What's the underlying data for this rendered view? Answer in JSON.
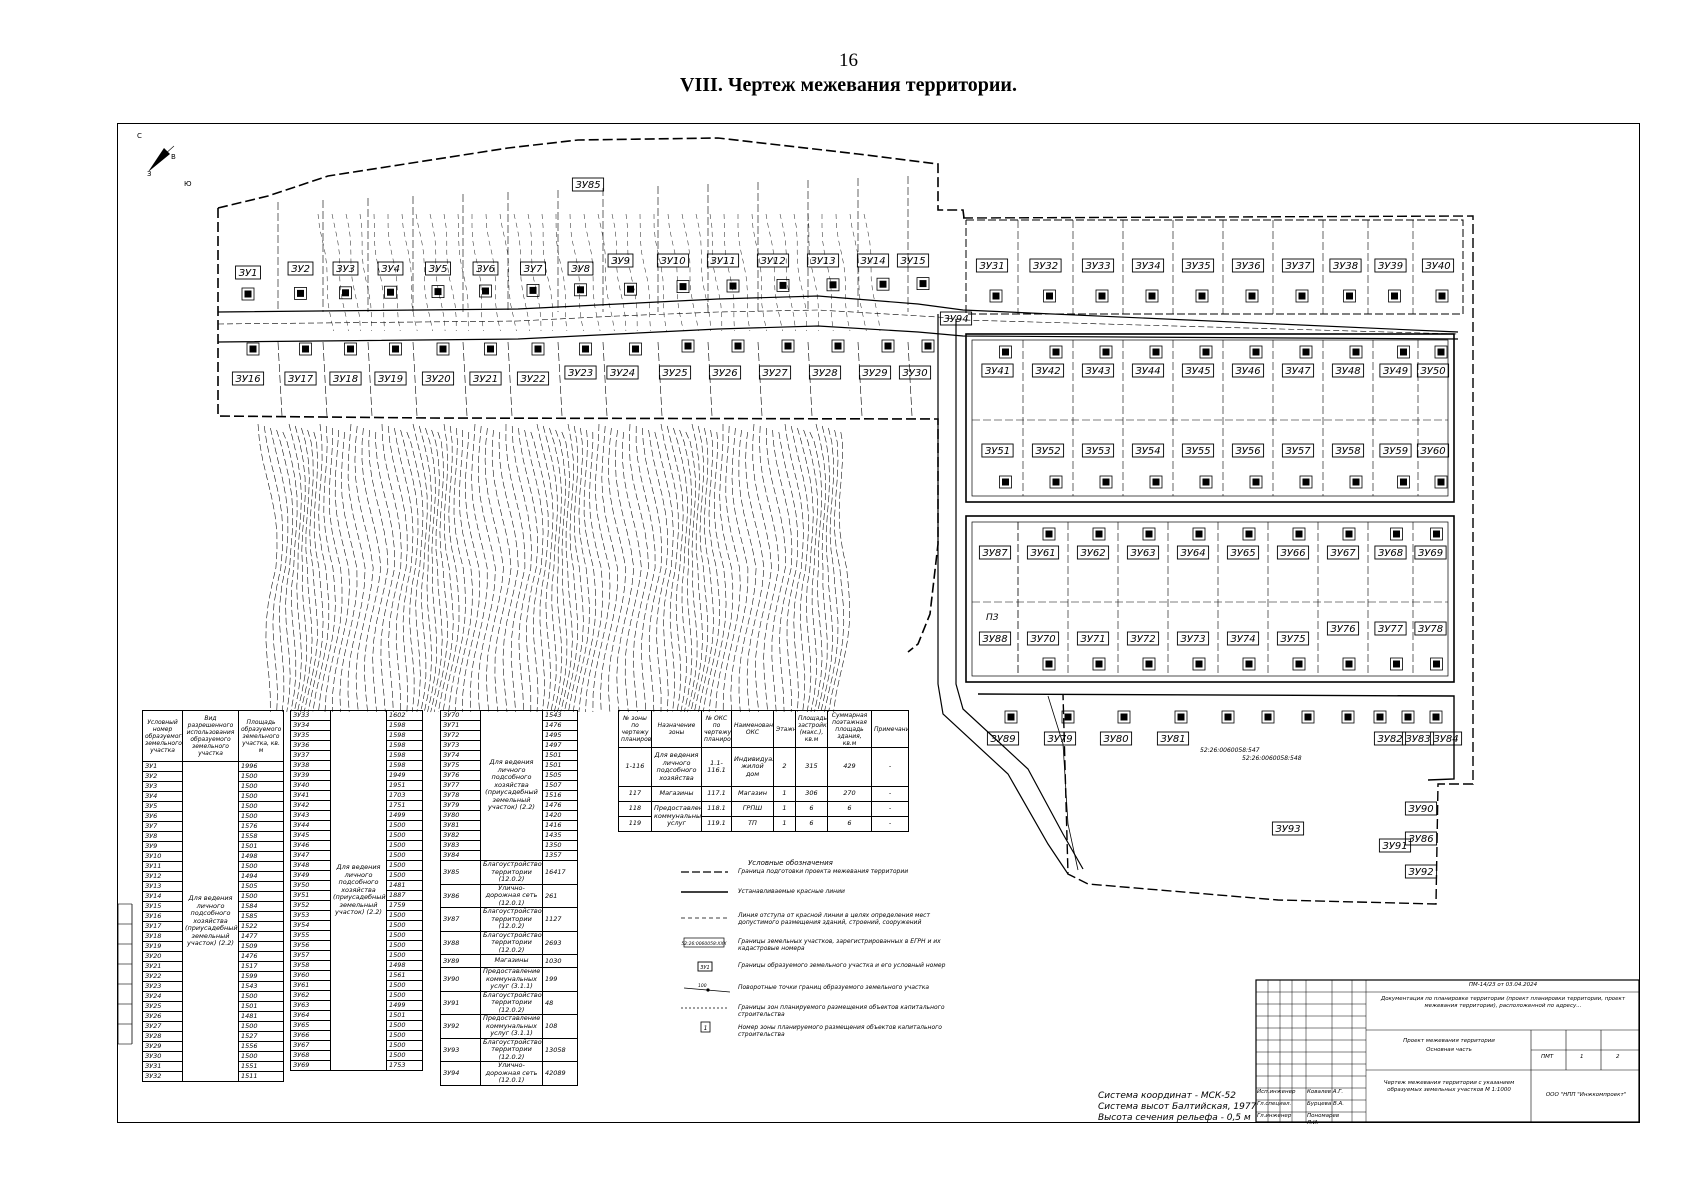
{
  "header": {
    "page_number": "16",
    "title": "VIII.  Чертеж межевания территории."
  },
  "compass": {
    "north": "С",
    "east": "В",
    "south": "Ю",
    "west": "З"
  },
  "plots": {
    "row1": [
      "ЗУ1",
      "ЗУ2",
      "ЗУ3",
      "ЗУ4",
      "ЗУ5",
      "ЗУ6",
      "ЗУ7",
      "ЗУ8",
      "ЗУ9",
      "ЗУ10",
      "ЗУ11",
      "ЗУ12",
      "ЗУ13",
      "ЗУ14",
      "ЗУ15"
    ],
    "row2": [
      "ЗУ16",
      "ЗУ17",
      "ЗУ18",
      "ЗУ19",
      "ЗУ20",
      "ЗУ21",
      "ЗУ22",
      "ЗУ23",
      "ЗУ24",
      "ЗУ25",
      "ЗУ26",
      "ЗУ27",
      "ЗУ28",
      "ЗУ29",
      "ЗУ30"
    ],
    "row3": [
      "ЗУ31",
      "ЗУ32",
      "ЗУ33",
      "ЗУ34",
      "ЗУ35",
      "ЗУ36",
      "ЗУ37",
      "ЗУ38",
      "ЗУ39",
      "ЗУ40"
    ],
    "row4": [
      "ЗУ41",
      "ЗУ42",
      "ЗУ43",
      "ЗУ44",
      "ЗУ45",
      "ЗУ46",
      "ЗУ47",
      "ЗУ48",
      "ЗУ49",
      "ЗУ50"
    ],
    "row5": [
      "ЗУ51",
      "ЗУ52",
      "ЗУ53",
      "ЗУ54",
      "ЗУ55",
      "ЗУ56",
      "ЗУ57",
      "ЗУ58",
      "ЗУ59",
      "ЗУ60"
    ],
    "row6": [
      "ЗУ87",
      "ЗУ61",
      "ЗУ62",
      "ЗУ63",
      "ЗУ64",
      "ЗУ65",
      "ЗУ66",
      "ЗУ67",
      "ЗУ68",
      "ЗУ69"
    ],
    "row7": [
      "ЗУ88",
      "ЗУ70",
      "ЗУ71",
      "ЗУ72",
      "ЗУ73",
      "ЗУ74",
      "ЗУ75",
      "ЗУ76",
      "ЗУ77",
      "ЗУ78"
    ],
    "row8": [
      "ЗУ89",
      "ЗУ79",
      "ЗУ80",
      "ЗУ81",
      "ЗУ82",
      "ЗУ83",
      "ЗУ84"
    ],
    "special": {
      "top": "ЗУ85",
      "road": "ЗУ94",
      "big": "ЗУ93",
      "right1": "ЗУ90",
      "right2": "ЗУ86",
      "right3": "ЗУ91",
      "right4": "ЗУ92",
      "zone": "ПЗ"
    }
  },
  "cadastral": [
    "52:26:0060058:547",
    "52:26:0060058:548"
  ],
  "table1": {
    "headers": [
      "Условный номер образуемого земельного участка",
      "Вид разрешенного использования образуемого земельного участка",
      "Площадь образуемого земельного участка, кв. м"
    ],
    "use": "Для ведения личного подсобного хозяйства (приусадебный земельный участок) (2.2)",
    "rows": [
      [
        "ЗУ1",
        "1996"
      ],
      [
        "ЗУ2",
        "1500"
      ],
      [
        "ЗУ3",
        "1500"
      ],
      [
        "ЗУ4",
        "1500"
      ],
      [
        "ЗУ5",
        "1500"
      ],
      [
        "ЗУ6",
        "1500"
      ],
      [
        "ЗУ7",
        "1576"
      ],
      [
        "ЗУ8",
        "1558"
      ],
      [
        "ЗУ9",
        "1501"
      ],
      [
        "ЗУ10",
        "1498"
      ],
      [
        "ЗУ11",
        "1500"
      ],
      [
        "ЗУ12",
        "1494"
      ],
      [
        "ЗУ13",
        "1505"
      ],
      [
        "ЗУ14",
        "1500"
      ],
      [
        "ЗУ15",
        "1584"
      ],
      [
        "ЗУ16",
        "1585"
      ],
      [
        "ЗУ17",
        "1522"
      ],
      [
        "ЗУ18",
        "1477"
      ],
      [
        "ЗУ19",
        "1509"
      ],
      [
        "ЗУ20",
        "1476"
      ],
      [
        "ЗУ21",
        "1517"
      ],
      [
        "ЗУ22",
        "1599"
      ],
      [
        "ЗУ23",
        "1543"
      ],
      [
        "ЗУ24",
        "1500"
      ],
      [
        "ЗУ25",
        "1501"
      ],
      [
        "ЗУ26",
        "1481"
      ],
      [
        "ЗУ27",
        "1500"
      ],
      [
        "ЗУ28",
        "1527"
      ],
      [
        "ЗУ29",
        "1556"
      ],
      [
        "ЗУ30",
        "1500"
      ],
      [
        "ЗУ31",
        "1551"
      ],
      [
        "ЗУ32",
        "1511"
      ]
    ]
  },
  "table2": {
    "use": "Для ведения личного подсобного хозяйства (приусадебный земельный участок) (2.2)",
    "rows": [
      [
        "ЗУ33",
        "1602"
      ],
      [
        "ЗУ34",
        "1598"
      ],
      [
        "ЗУ35",
        "1598"
      ],
      [
        "ЗУ36",
        "1598"
      ],
      [
        "ЗУ37",
        "1598"
      ],
      [
        "ЗУ38",
        "1598"
      ],
      [
        "ЗУ39",
        "1949"
      ],
      [
        "ЗУ40",
        "1951"
      ],
      [
        "ЗУ41",
        "1703"
      ],
      [
        "ЗУ42",
        "1751"
      ],
      [
        "ЗУ43",
        "1499"
      ],
      [
        "ЗУ44",
        "1500"
      ],
      [
        "ЗУ45",
        "1500"
      ],
      [
        "ЗУ46",
        "1500"
      ],
      [
        "ЗУ47",
        "1500"
      ],
      [
        "ЗУ48",
        "1500"
      ],
      [
        "ЗУ49",
        "1500"
      ],
      [
        "ЗУ50",
        "1481"
      ],
      [
        "ЗУ51",
        "1887"
      ],
      [
        "ЗУ52",
        "1759"
      ],
      [
        "ЗУ53",
        "1500"
      ],
      [
        "ЗУ54",
        "1500"
      ],
      [
        "ЗУ55",
        "1500"
      ],
      [
        "ЗУ56",
        "1500"
      ],
      [
        "ЗУ57",
        "1500"
      ],
      [
        "ЗУ58",
        "1498"
      ],
      [
        "ЗУ60",
        "1561"
      ],
      [
        "ЗУ61",
        "1500"
      ],
      [
        "ЗУ62",
        "1500"
      ],
      [
        "ЗУ63",
        "1499"
      ],
      [
        "ЗУ64",
        "1501"
      ],
      [
        "ЗУ65",
        "1500"
      ],
      [
        "ЗУ66",
        "1500"
      ],
      [
        "ЗУ67",
        "1500"
      ],
      [
        "ЗУ68",
        "1500"
      ],
      [
        "ЗУ69",
        "1753"
      ]
    ]
  },
  "table3": {
    "rows": [
      {
        "id": "ЗУ70",
        "use": "",
        "area": "1543"
      },
      {
        "id": "ЗУ71",
        "use": "",
        "area": "1476"
      },
      {
        "id": "ЗУ72",
        "use": "",
        "area": "1495"
      },
      {
        "id": "ЗУ73",
        "use": "",
        "area": "1497"
      },
      {
        "id": "ЗУ74",
        "use": "Для ведения личного подсобного хозяйства (приусадебный земельный участок) (2.2)",
        "area": "1501"
      },
      {
        "id": "ЗУ75",
        "use": "",
        "area": "1501"
      },
      {
        "id": "ЗУ76",
        "use": "",
        "area": "1505"
      },
      {
        "id": "ЗУ77",
        "use": "",
        "area": "1507"
      },
      {
        "id": "ЗУ78",
        "use": "",
        "area": "1516"
      },
      {
        "id": "ЗУ79",
        "use": "",
        "area": "1476"
      },
      {
        "id": "ЗУ80",
        "use": "",
        "area": "1420"
      },
      {
        "id": "ЗУ81",
        "use": "",
        "area": "1416"
      },
      {
        "id": "ЗУ82",
        "use": "",
        "area": "1435"
      },
      {
        "id": "ЗУ83",
        "use": "",
        "area": "1350"
      },
      {
        "id": "ЗУ84",
        "use": "",
        "area": "1357"
      },
      {
        "id": "ЗУ85",
        "use": "Благоустройство территории (12.0.2)",
        "area": "16417"
      },
      {
        "id": "ЗУ86",
        "use": "Улично-дорожная сеть (12.0.1)",
        "area": "261"
      },
      {
        "id": "ЗУ87",
        "use": "Благоустройство территории (12.0.2)",
        "area": "1127"
      },
      {
        "id": "ЗУ88",
        "use": "Благоустройство территории (12.0.2)",
        "area": "2693"
      },
      {
        "id": "ЗУ89",
        "use": "Магазины",
        "area": "1030"
      },
      {
        "id": "ЗУ90",
        "use": "Предоставление коммунальных услуг (3.1.1)",
        "area": "199"
      },
      {
        "id": "ЗУ91",
        "use": "Благоустройство территории (12.0.2)",
        "area": "48"
      },
      {
        "id": "ЗУ92",
        "use": "Предоставление коммунальных услуг (3.1.1)",
        "area": "108"
      },
      {
        "id": "ЗУ93",
        "use": "Благоустройство территории (12.0.2)",
        "area": "13058"
      },
      {
        "id": "ЗУ94",
        "use": "Улично-дорожная сеть (12.0.1)",
        "area": "42089"
      }
    ]
  },
  "table4": {
    "headers": [
      "№ зоны по чертежу планировки",
      "Назначение зоны",
      "№ ОКС по чертежу планировки",
      "Наименование ОКС",
      "Этажность",
      "Площадь застройки (макс.), кв.м",
      "Суммарная поэтажная площадь здания, кв.м",
      "Примечание"
    ],
    "rows": [
      [
        "1-116",
        "Для ведения личного подсобного хозяйства",
        "1.1-116.1",
        "Индивидуальный жилой дом",
        "2",
        "315",
        "429",
        "-"
      ],
      [
        "117",
        "Магазины",
        "117.1",
        "Магазин",
        "1",
        "306",
        "270",
        "-"
      ],
      [
        "118",
        "Предоставление коммунальных услуг",
        "118.1",
        "ГРПШ",
        "1",
        "6",
        "6",
        "-"
      ],
      [
        "119",
        "",
        "119.1",
        "ТП",
        "1",
        "6",
        "6",
        "-"
      ]
    ]
  },
  "legend": {
    "title": "Условные обозначения",
    "items": [
      "Граница подготовки проекта межевания территории",
      "Устанавливаемые красные линии",
      "Линия отступа от красной линии в целях определения мест допустимого размещения зданий, строений, сооружений",
      "Границы земельных участков, зарегистрированных в ЕГРН и их кадастровые номера",
      "Границы образуемого земельного участка и его условный номер",
      "Поворотные точки границ образуемого земельного участка",
      "Границы зон планируемого размещения объектов капитального строительства",
      "Номер зоны планируемого размещения объектов капитального строительства"
    ],
    "sample_cad": "52:26:0060058:XXX",
    "sample_plot": "ЗУ1",
    "sample_point": "100",
    "sample_zone": "1"
  },
  "coords": {
    "line1": "Система координат - МСК-52",
    "line2": "Система высот Балтийская, 1977",
    "line3": "Высота сечения рельефа - 0,5 м"
  },
  "stamp": {
    "doc_code": "ПМ-14/23 от 03.04.2024",
    "project": "Документация по планировке территории (проект планировки территории, проект межевания территории), расположенной по адресу...",
    "part1": "Проект межевания территории",
    "part2": "Основная часть",
    "drawing": "Чертеж межевания территории с указанием образуемых земельных участков М 1:1000",
    "org": "ООО \"НПП \"Инжкомпроект\"",
    "stage": "ПМТ",
    "sheet": "1",
    "sheets": "2",
    "roles": [
      "Исп.инженер",
      "Гл.специал.",
      "Гл.инженер"
    ],
    "names": [
      "Ковалев А.Г.",
      "Бурцева В.А.",
      "Пономарев Л.И."
    ]
  }
}
